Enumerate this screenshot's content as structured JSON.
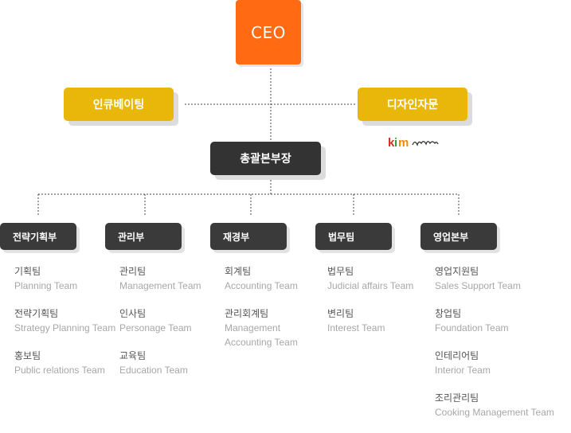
{
  "ceo": {
    "label": "CEO"
  },
  "incubating": {
    "label": "인큐베이팅"
  },
  "design_advisor": {
    "label": "디자인자문"
  },
  "general_director": {
    "label": "총괄본부장"
  },
  "departments": [
    {
      "label": "전략기획부",
      "teams": [
        {
          "kr": "기획팀",
          "en": "Planning Team"
        },
        {
          "kr": "전략기획팀",
          "en": "Strategy Planning Team"
        },
        {
          "kr": "홍보팀",
          "en": "Public relations Team"
        }
      ]
    },
    {
      "label": "관리부",
      "teams": [
        {
          "kr": "관리팀",
          "en": "Management Team"
        },
        {
          "kr": "인사팀",
          "en": "Personage Team"
        },
        {
          "kr": "교육팀",
          "en": "Education Team"
        }
      ]
    },
    {
      "label": "재경부",
      "teams": [
        {
          "kr": "회계팀",
          "en": "Accounting Team"
        },
        {
          "kr": "관리회계팀",
          "en": "Management Accounting Team"
        }
      ]
    },
    {
      "label": "법무팀",
      "teams": [
        {
          "kr": "법무팀",
          "en": "Judicial affairs Team"
        },
        {
          "kr": "변리팀",
          "en": "Interest Team"
        }
      ]
    },
    {
      "label": "영업본부",
      "teams": [
        {
          "kr": "영업지원팀",
          "en": "Sales Support Team"
        },
        {
          "kr": "창업팀",
          "en": "Foundation Team"
        },
        {
          "kr": "인테리어팀",
          "en": "Interior Team"
        },
        {
          "kr": "조리관리팀",
          "en": "Cooking Management Team"
        }
      ]
    }
  ],
  "colors": {
    "ceo": "#ff6a13",
    "advisory": "#e9b70a",
    "dark": "#333333"
  },
  "icons": {
    "design_logo": "kim-designer-logo"
  }
}
